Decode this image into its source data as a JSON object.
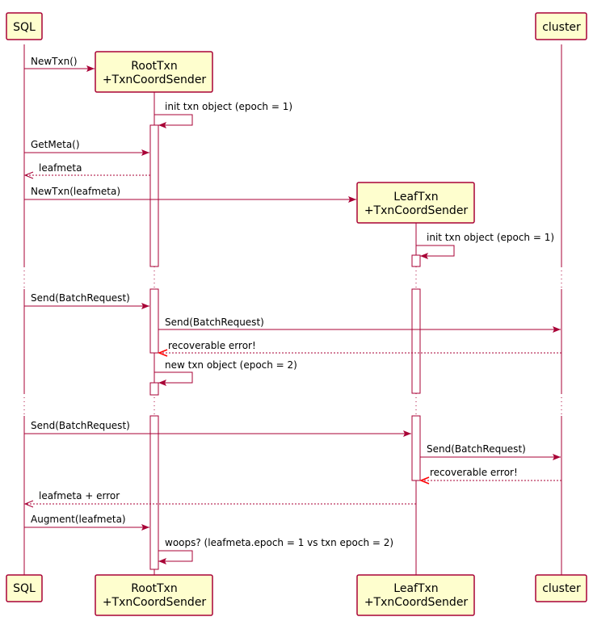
{
  "participants": {
    "sql": {
      "line1": "SQL"
    },
    "root": {
      "line1": "RootTxn",
      "line2": "+TxnCoordSender"
    },
    "leaf": {
      "line1": "LeafTxn",
      "line2": "+TxnCoordSender"
    },
    "cluster": {
      "line1": "cluster"
    }
  },
  "messages": [
    "NewTxn()",
    "init txn object (epoch = 1)",
    "GetMeta()",
    "leafmeta",
    "NewTxn(leafmeta)",
    "init txn object (epoch = 1)",
    "Send(BatchRequest)",
    "Send(BatchRequest)",
    "recoverable error!",
    "new txn object (epoch = 2)",
    "Send(BatchRequest)",
    "Send(BatchRequest)",
    "recoverable error!",
    "leafmeta + error",
    "Augment(leafmeta)",
    "woops? (leafmeta.epoch = 1 vs txn epoch = 2)"
  ],
  "colors": {
    "participant_fill": "#FEFECE",
    "line": "#A80036",
    "error_arrow": "#FF0000"
  }
}
